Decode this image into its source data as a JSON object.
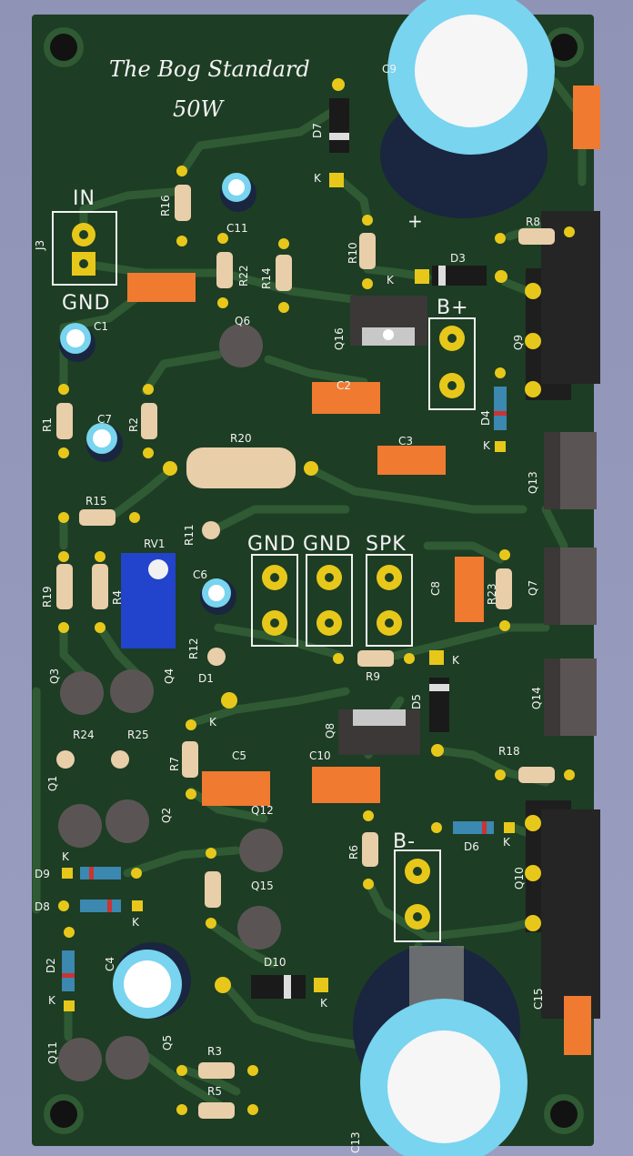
{
  "board": {
    "title_line1": "The Bog Standard",
    "title_line2": "50W",
    "colors": {
      "background": "#9a9ec0",
      "pcb": "#1d3d24",
      "trace": "#2f5a33",
      "pad": "#e7c81a",
      "silkscreen": "#f2f2f2",
      "film_cap": "#f07a30",
      "transistor": "#5a5554",
      "power_device": "#252525",
      "cap_sleeve": "#78d4ef",
      "trimmer": "#2244cc"
    }
  },
  "connectors": {
    "in": "IN",
    "in_gnd": "GND",
    "gnd1": "GND",
    "gnd2": "GND",
    "spk": "SPK",
    "b_plus": "B+",
    "b_minus": "B-"
  },
  "labels": {
    "J3": "J3",
    "C1": "C1",
    "C2": "C2",
    "C3": "C3",
    "C4": "C4",
    "C5": "C5",
    "C6": "C6",
    "C7": "C7",
    "C8": "C8",
    "C9": "C9",
    "C10": "C10",
    "C11": "C11",
    "C13": "C13",
    "C15": "C15",
    "R1": "R1",
    "R2": "R2",
    "R3": "R3",
    "R4": "R4",
    "R5": "R5",
    "R6": "R6",
    "R7": "R7",
    "R8": "R8",
    "R9": "R9",
    "R10": "R10",
    "R11": "R11",
    "R12": "R12",
    "R14": "R14",
    "R15": "R15",
    "R16": "R16",
    "R18": "R18",
    "R19": "R19",
    "R20": "R20",
    "R22": "R22",
    "R23": "R23",
    "R24": "R24",
    "R25": "R25",
    "RV1": "RV1",
    "Q1": "Q1",
    "Q2": "Q2",
    "Q3": "Q3",
    "Q4": "Q4",
    "Q5": "Q5",
    "Q6": "Q6",
    "Q7": "Q7",
    "Q8": "Q8",
    "Q9": "Q9",
    "Q10": "Q10",
    "Q11": "Q11",
    "Q12": "Q12",
    "Q13": "Q13",
    "Q14": "Q14",
    "Q15": "Q15",
    "Q16": "Q16",
    "D1": "D1",
    "D2": "D2",
    "D3": "D3",
    "D4": "D4",
    "D5": "D5",
    "D6": "D6",
    "D7": "D7",
    "D8": "D8",
    "D9": "D9",
    "D10": "D10",
    "K": "K",
    "plus": "+"
  }
}
